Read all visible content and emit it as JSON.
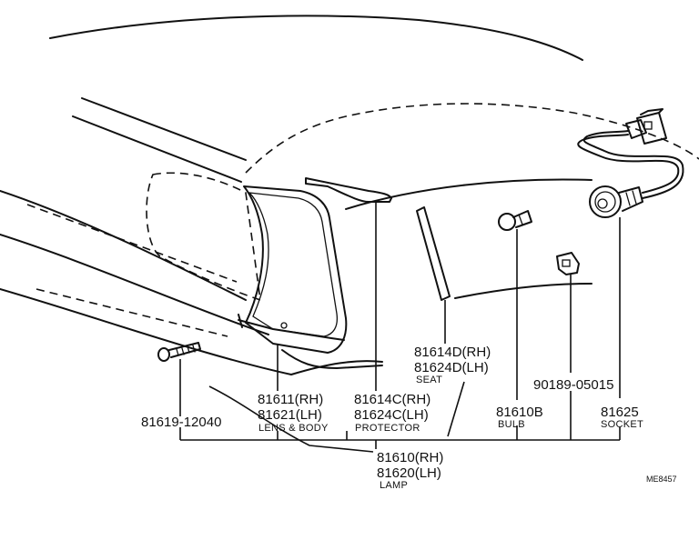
{
  "labels": {
    "seat_rh": "81614D(RH)",
    "seat_lh": "81624D(LH)",
    "seat_name": "SEAT",
    "protector_rh": "81614C(RH)",
    "protector_lh": "81624C(LH)",
    "protector_name": "PROTECTOR",
    "lens_rh": "81611(RH)",
    "lens_lh": "81621(LH)",
    "lens_name": "LENS & BODY",
    "screw": "81619-12040",
    "clip": "90189-05015",
    "bulb_no": "81610B",
    "bulb_name": "BULB",
    "socket_no": "81625",
    "socket_name": "SOCKET",
    "lamp_rh": "81610(RH)",
    "lamp_lh": "81620(LH)",
    "lamp_name": "LAMP",
    "ref_code": "ME8457"
  }
}
